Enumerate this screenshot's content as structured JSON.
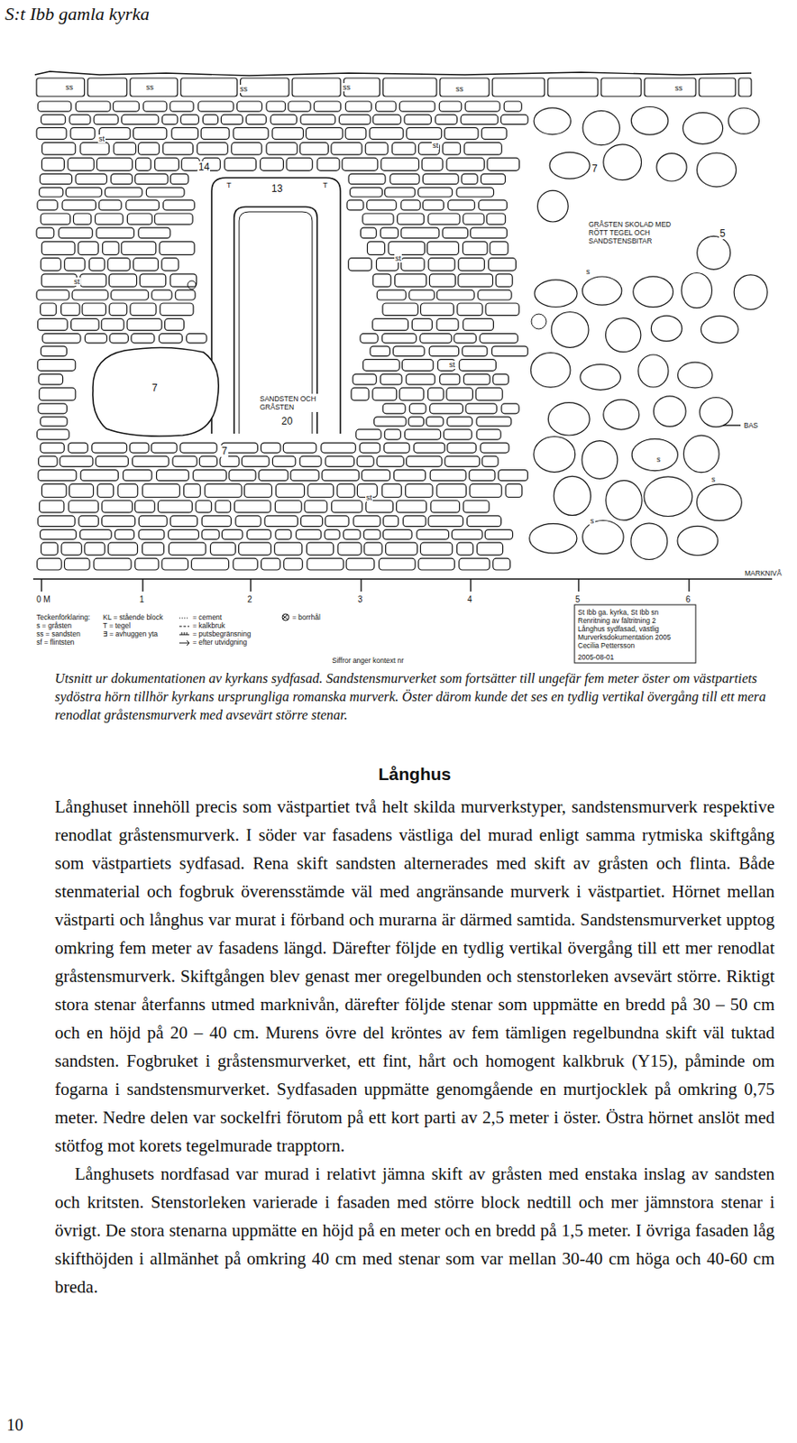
{
  "diagram": {
    "title": "Långhus",
    "caption": "Utsnitt ur dokumentationen av kyrkans sydfasad. Sandstensmurverket som fortsätter till ungefär fem meter öster om västpartiets sydöstra hörn tillhör kyrkans ursprungliga romanska murverk. Öster därom kunde det ses en tydlig vertikal övergång till ett mera renodlat gråstensmurverk med avsevärt större stenar.",
    "labels": [
      "S:t Ibb gamla kyrka",
      "ss",
      "ss",
      "ss",
      "ss",
      "ss",
      "ss",
      "st",
      "st",
      "14",
      "T",
      "13",
      "T",
      "7",
      "GRÅSTEN SKOLAD MED RÖTT TEGEL OCH SANDSTENSBITAR",
      "5",
      "st",
      "st",
      "s",
      "7",
      "st",
      "SANDSTEN OCH GRÅSTEN",
      "20",
      "7",
      "BAS",
      "s",
      "s",
      "st",
      "s",
      "MARKNIVÅ",
      "0 M",
      "1",
      "2",
      "3",
      "4",
      "5",
      "6",
      "Teckenförklaring:",
      "Siffror anger kontext nr",
      "St Ibb ga. kyrka, St Ibb sn",
      "Renritning av fältritning 2",
      "Långhus sydfasad, västlig",
      "Murverksdokumentation 2005",
      "Cecilia Pettersson",
      "2005-08-01",
      "Långhuset innehöll precis som västpartiet två helt skilda murverkstyper, sandstensmurverk respektive renodlat gråstensmurverk. I söder var fasadens västliga del murad enligt samma rytmiska skiftgång som västpartiets sydfasad. Rena skift sandsten alternerades med skift av gråsten och flinta. Både stenmaterial och fogbruk överensstämde väl med angränsande murverk i västpartiet. Hörnet mellan västparti och långhus var murat i förband och murarna är därmed samtida. Sandstensmurverket upptog omkring fem meter av fasadens längd. Därefter följde en tydlig vertikal övergång till ett mer renodlat gråstensmurverk. Skiftgången blev genast mer oregelbunden och stenstorleken avsevärt större. Riktigt stora stenar återfanns utmed marknivån, därefter följde stenar som uppmätte en bredd på 30 – 50 cm och en höjd på 20 – 40 cm. Murens övre del kröntes av fem tämligen regelbundna skift väl tuktad sandsten. Fogbruket i gråstensmurverket, ett fint, hårt och homogent kalkbruk (Y15), påminde om fogarna i sandstensmurverket. Sydfasaden uppmätte genomgående en murtjocklek på omkring 0,75 meter. Nedre delen var sockelfri förutom på ett kort parti av 2,5 meter i öster. Östra hörnet anslöt med stötfog mot korets tegelmurade trapptorn.",
      "Långhusets nordfasad var murad i relativt jämna skift av gråsten med enstaka inslag av sandsten och kritsten. Stenstorleken varierade i fasaden med större block nedtill och mer jämnstora stenar i övrigt. De stora stenarna uppmätte en höjd på en meter och en bredd på 1,5 meter. I övriga fasaden låg skifthöjden i allmänhet på omkring 40 cm med stenar som var mellan 30-40 cm höga och 40-60 cm breda.",
      "10"
    ],
    "legend": [
      {
        "text": "s = gråsten"
      },
      {
        "text": "ss = sandsten"
      },
      {
        "text": "sf = flintsten"
      },
      {
        "text": "KL = stående block"
      },
      {
        "text": "T = tegel"
      },
      {
        "text": "∃ = avhuggen yta"
      },
      {
        "text": "= cement"
      },
      {
        "text": "= kalkbruk"
      },
      {
        "text": "= putsbegränsning"
      },
      {
        "text": "= efter utvidgning"
      },
      {
        "text": "= borrhål"
      }
    ]
  }
}
